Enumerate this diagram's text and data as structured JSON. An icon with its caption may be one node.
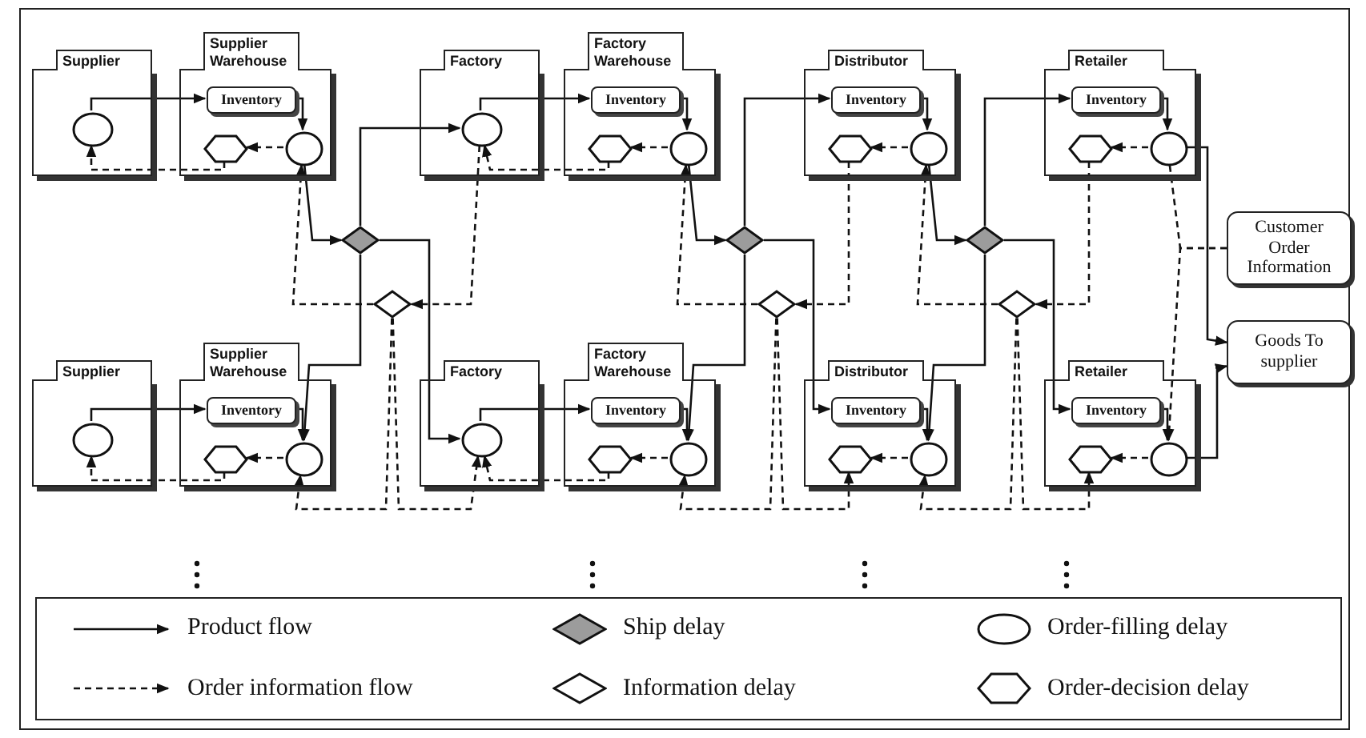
{
  "diagram": {
    "nodes": [
      {
        "text": [
          "Supplier"
        ]
      },
      {
        "text": [],
        "shape": "circle",
        "in": 0
      },
      {
        "text": [
          "Supplier Warehouse"
        ]
      },
      {
        "text": [
          "Inventory"
        ],
        "in": 2
      },
      {
        "text": [],
        "shape": "hexagon",
        "in": 2
      },
      {
        "text": [],
        "shape": "circle",
        "in": 2
      },
      {
        "text": [
          "Factory"
        ]
      },
      {
        "text": [],
        "shape": "circle",
        "in": 6
      },
      {
        "text": [
          "Factory Warehouse"
        ]
      },
      {
        "text": [
          "Inventory"
        ],
        "in": 8
      },
      {
        "text": [],
        "shape": "hexagon",
        "in": 8
      },
      {
        "text": [],
        "shape": "circle",
        "in": 8
      },
      {
        "text": [
          "Distributor"
        ]
      },
      {
        "text": [
          "Inventory"
        ],
        "in": 12
      },
      {
        "text": [],
        "shape": "hexagon",
        "in": 12
      },
      {
        "text": [],
        "shape": "circle",
        "in": 12
      },
      {
        "text": [
          "Retailer"
        ]
      },
      {
        "text": [
          "Inventory"
        ],
        "in": 16
      },
      {
        "text": [],
        "shape": "hexagon",
        "in": 16
      },
      {
        "text": [],
        "shape": "circle",
        "in": 16
      },
      {
        "text": [],
        "shape": "diamond"
      },
      {
        "text": [],
        "shape": "diamond"
      },
      {
        "text": [],
        "shape": "diamond"
      },
      {
        "text": [],
        "shape": "diamond"
      },
      {
        "text": [],
        "shape": "diamond"
      },
      {
        "text": [],
        "shape": "diamond"
      },
      {
        "text": [
          "Customer Order Information"
        ]
      },
      {
        "text": [
          "Goods To supplier"
        ]
      },
      {
        "text": [
          "Supplier"
        ]
      },
      {
        "text": [],
        "shape": "circle",
        "in": 28
      },
      {
        "text": [
          "Supplier Warehouse"
        ]
      },
      {
        "text": [
          "Inventory"
        ],
        "in": 30
      },
      {
        "text": [],
        "shape": "hexagon",
        "in": 30
      },
      {
        "text": [],
        "shape": "circle",
        "in": 30
      },
      {
        "text": [
          "Factory"
        ]
      },
      {
        "text": [],
        "shape": "circle",
        "in": 34
      },
      {
        "text": [
          "Factory Warehouse"
        ]
      },
      {
        "text": [
          "Inventory"
        ],
        "in": 36
      },
      {
        "text": [],
        "shape": "hexagon",
        "in": 36
      },
      {
        "text": [],
        "shape": "circle",
        "in": 36
      },
      {
        "text": [
          "Distributor"
        ]
      },
      {
        "text": [
          "Inventory"
        ],
        "in": 40
      },
      {
        "text": [],
        "shape": "hexagon",
        "in": 40
      },
      {
        "text": [],
        "shape": "circle",
        "in": 40
      },
      {
        "text": [
          "Retailer"
        ]
      },
      {
        "text": [
          "Inventory"
        ],
        "in": 44
      },
      {
        "text": [],
        "shape": "hexagon",
        "in": 44
      },
      {
        "text": [],
        "shape": "circle",
        "in": 44
      }
    ],
    "edges": [
      {
        "from": 1,
        "to": 3,
        "arrow": "to"
      },
      {
        "from": 3,
        "to": 5,
        "arrow": "to"
      },
      {
        "from": 5,
        "to": 4,
        "arrow": "to",
        "style": "dashed"
      },
      {
        "from": 4,
        "to": 1,
        "arrow": "to",
        "style": "dashed"
      },
      {
        "from": 7,
        "to": 9,
        "arrow": "to"
      },
      {
        "from": 9,
        "to": 11,
        "arrow": "to"
      },
      {
        "from": 11,
        "to": 10,
        "arrow": "to",
        "style": "dashed"
      },
      {
        "from": 10,
        "to": 7,
        "arrow": "to",
        "style": "dashed"
      },
      {
        "from": 13,
        "to": 15,
        "arrow": "to"
      },
      {
        "from": 15,
        "to": 14,
        "arrow": "to",
        "style": "dashed"
      },
      {
        "from": 17,
        "to": 19,
        "arrow": "to"
      },
      {
        "from": 19,
        "to": 18,
        "arrow": "to",
        "style": "dashed"
      },
      {
        "from": 5,
        "to": 20,
        "arrow": "to"
      },
      {
        "from": 20,
        "to": 7,
        "arrow": "to"
      },
      {
        "from": 20,
        "to": 35,
        "arrow": "to"
      },
      {
        "from": 20,
        "to": 33,
        "arrow": "to"
      },
      {
        "from": 7,
        "to": 21,
        "arrow": "to",
        "style": "dashed"
      },
      {
        "from": 21,
        "to": 5,
        "arrow": "to",
        "style": "dashed"
      },
      {
        "from": 21,
        "to": 33,
        "arrow": "to",
        "style": "dashed"
      },
      {
        "from": 21,
        "to": 35,
        "arrow": "to",
        "style": "dashed"
      },
      {
        "from": 11,
        "to": 22,
        "arrow": "to"
      },
      {
        "from": 22,
        "to": 13,
        "arrow": "to"
      },
      {
        "from": 22,
        "to": 41,
        "arrow": "to"
      },
      {
        "from": 22,
        "to": 39,
        "arrow": "to"
      },
      {
        "from": 14,
        "to": 23,
        "arrow": "to",
        "style": "dashed"
      },
      {
        "from": 23,
        "to": 11,
        "arrow": "to",
        "style": "dashed"
      },
      {
        "from": 23,
        "to": 39,
        "arrow": "to",
        "style": "dashed"
      },
      {
        "from": 23,
        "to": 42,
        "arrow": "to",
        "style": "dashed"
      },
      {
        "from": 15,
        "to": 24,
        "arrow": "to"
      },
      {
        "from": 24,
        "to": 17,
        "arrow": "to"
      },
      {
        "from": 24,
        "to": 45,
        "arrow": "to"
      },
      {
        "from": 24,
        "to": 43,
        "arrow": "to"
      },
      {
        "from": 18,
        "to": 25,
        "arrow": "to",
        "style": "dashed"
      },
      {
        "from": 25,
        "to": 15,
        "arrow": "to",
        "style": "dashed"
      },
      {
        "from": 25,
        "to": 43,
        "arrow": "to",
        "style": "dashed"
      },
      {
        "from": 25,
        "to": 46,
        "arrow": "to",
        "style": "dashed"
      },
      {
        "from": 29,
        "to": 31,
        "arrow": "to"
      },
      {
        "from": 31,
        "to": 33,
        "arrow": "to"
      },
      {
        "from": 33,
        "to": 32,
        "arrow": "to",
        "style": "dashed"
      },
      {
        "from": 32,
        "to": 29,
        "arrow": "to",
        "style": "dashed"
      },
      {
        "from": 35,
        "to": 37,
        "arrow": "to"
      },
      {
        "from": 37,
        "to": 39,
        "arrow": "to"
      },
      {
        "from": 39,
        "to": 38,
        "arrow": "to",
        "style": "dashed"
      },
      {
        "from": 38,
        "to": 35,
        "arrow": "to",
        "style": "dashed"
      },
      {
        "from": 41,
        "to": 43,
        "arrow": "to"
      },
      {
        "from": 43,
        "to": 42,
        "arrow": "to",
        "style": "dashed"
      },
      {
        "from": 45,
        "to": 47,
        "arrow": "to"
      },
      {
        "from": 47,
        "to": 46,
        "arrow": "to",
        "style": "dashed"
      },
      {
        "from": 19,
        "to": 27,
        "arrow": "to"
      },
      {
        "from": 47,
        "to": 27,
        "arrow": "to"
      },
      {
        "from": 26,
        "to": 19,
        "arrow": "none",
        "style": "dashed"
      },
      {
        "from": 26,
        "to": 47,
        "arrow": "to",
        "style": "dashed"
      }
    ],
    "legend": [
      {
        "text": "Product flow"
      },
      {
        "text": "Ship delay"
      },
      {
        "text": "Order-filling delay"
      },
      {
        "text": "Order information flow"
      },
      {
        "text": "Information delay"
      },
      {
        "text": "Order-decision delay"
      }
    ]
  }
}
